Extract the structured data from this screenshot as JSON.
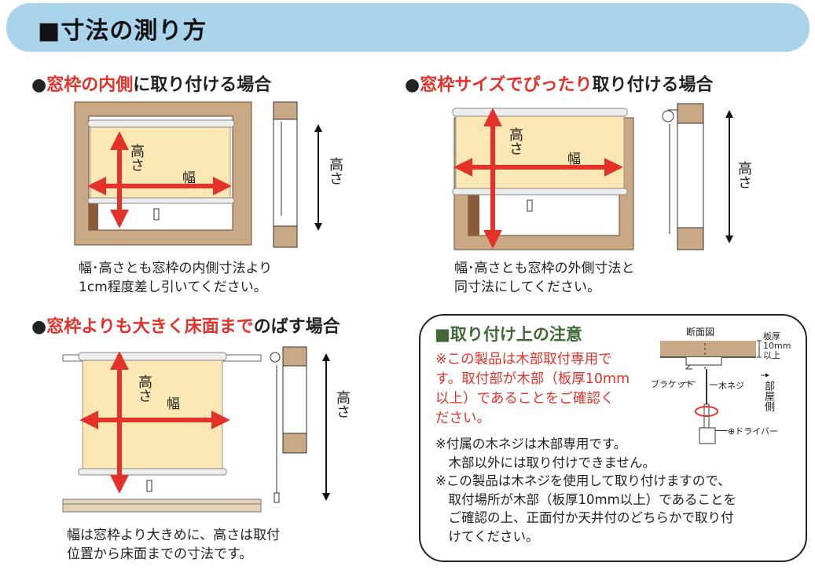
{
  "title": "■寸法の測り方",
  "sections": [
    {
      "bullet": "●",
      "red": "窓枠の内側",
      "black": "に取り付ける場合",
      "height_label": "高さ",
      "width_label": "幅",
      "side_height_label": "高さ",
      "caption": [
        "幅･高さとも窓枠の内側寸法より",
        "1cm程度差し引いてください。"
      ]
    },
    {
      "bullet": "●",
      "red": "窓枠サイズでぴったり",
      "black": "取り付ける場合",
      "height_label": "高さ",
      "width_label": "幅",
      "side_height_label": "高さ",
      "caption": [
        "幅･高さとも窓枠の外側寸法と",
        "同寸法にしてください。"
      ]
    },
    {
      "bullet": "●",
      "red": "窓枠よりも大きく床面まで",
      "black": "のばす場合",
      "height_label": "高さ",
      "width_label": "幅",
      "side_height_label": "高さ",
      "caption": [
        "幅は窓枠より大きめに、高さは取付",
        "位置から床面までの寸法です。"
      ]
    }
  ],
  "notice": {
    "square": "■",
    "title": "取り付け上の注意",
    "red_lines": [
      "※この製品は木部取付専用で",
      "す。取付部が木部（板厚10mm",
      "以上）であることをご確認く",
      "ださい。"
    ],
    "lines": [
      "※付属の木ネジは木部専用です。",
      "　木部以外には取り付けできません。",
      "※この製品は木ネジを使用して取り付けますので、",
      "　取付場所が木部（板厚10mm以上）であることを",
      "　ご確認の上、正面付か天井付のどちらかで取り付",
      "　けてください。"
    ],
    "diagram": {
      "title": "断面図",
      "thickness": [
        "板厚",
        "10mm",
        "以上"
      ],
      "bracket": "ブラケット",
      "screw": "木ネジ",
      "room_side": "部屋側",
      "driver": "⊕ドライバー"
    }
  },
  "colors": {
    "banner": "#a9d4ec",
    "red": "#e4322b",
    "frame": "#c9a885",
    "fabric": "#fbe7b3",
    "green": "#3f6a35"
  }
}
